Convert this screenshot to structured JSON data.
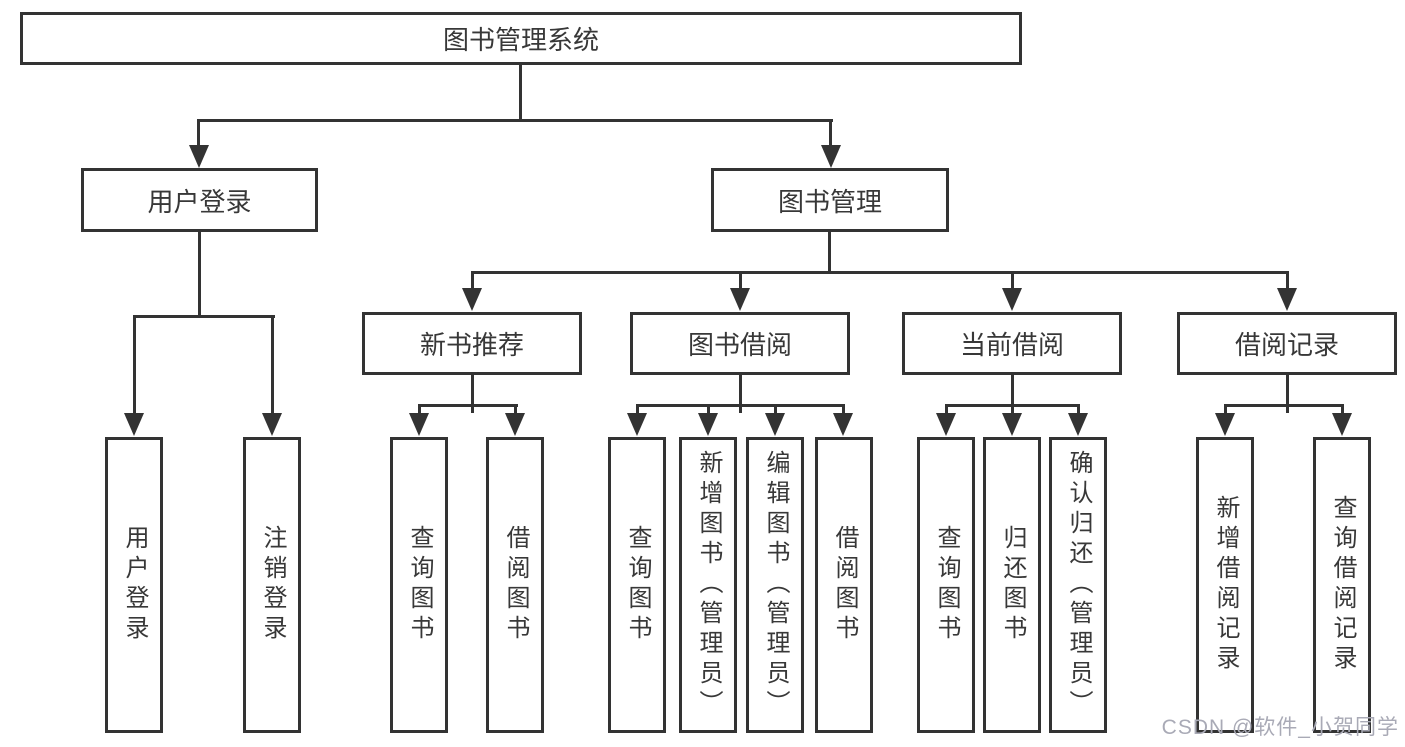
{
  "diagram": {
    "root": {
      "label": "图书管理系统"
    },
    "branches": [
      {
        "label": "用户登录",
        "children": [
          {
            "label": "用户登录"
          },
          {
            "label": "注销登录"
          }
        ]
      },
      {
        "label": "图书管理",
        "sections": [
          {
            "label": "新书推荐",
            "children": [
              {
                "label": "查询图书"
              },
              {
                "label": "借阅图书"
              }
            ]
          },
          {
            "label": "图书借阅",
            "children": [
              {
                "label": "查询图书"
              },
              {
                "label": "新增图书（管理员）"
              },
              {
                "label": "编辑图书（管理员）"
              },
              {
                "label": "借阅图书"
              }
            ]
          },
          {
            "label": "当前借阅",
            "children": [
              {
                "label": "查询图书"
              },
              {
                "label": "归还图书"
              },
              {
                "label": "确认归还（管理员）"
              }
            ]
          },
          {
            "label": "借阅记录",
            "children": [
              {
                "label": "新增借阅记录"
              },
              {
                "label": "查询借阅记录"
              }
            ]
          }
        ]
      }
    ]
  },
  "watermark": {
    "text": "CSDN @软件_小贺同学"
  },
  "colors": {
    "line": "#333333",
    "text": "#383838",
    "watermark": "#a9aab6",
    "background": "#ffffff"
  }
}
